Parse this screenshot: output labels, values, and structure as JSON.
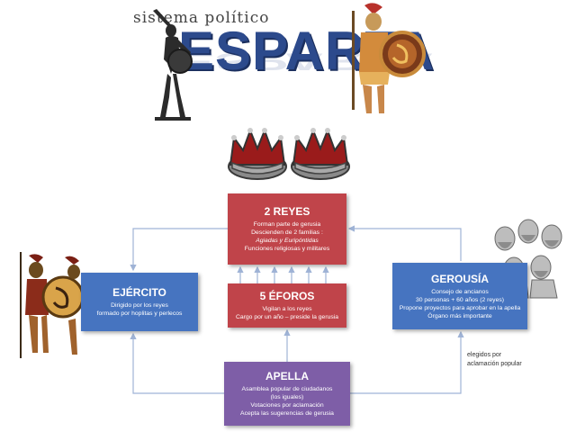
{
  "title": {
    "sub": "sistema político",
    "main": "ESPARTA"
  },
  "reyes": {
    "title": "2 REYES",
    "lines": [
      "Forman  parte de gerusia",
      "Descienden de 2 familias :",
      "Agiadas y Euripóntidas",
      "Funciones religiosas y militares"
    ]
  },
  "eforos": {
    "title": "5 ÉFOROS",
    "lines": [
      "Vigilan a los reyes",
      "Cargo por un año – preside la gerusia"
    ]
  },
  "ejercito": {
    "title": "EJÉRCITO",
    "lines": [
      "Dirigido por los reyes",
      "formado por hoplitas y perlecos"
    ]
  },
  "gerousia": {
    "title": "GEROUSÍA",
    "lines": [
      "Consejo de ancianos",
      "30 personas + 60 años (2 reyes)",
      "Propone  proyectos para aprobar en la apella",
      "Órgano más importante"
    ]
  },
  "apella": {
    "title": "APELLA",
    "lines": [
      "Asamblea popular de ciudadanos",
      "(los iguales)",
      "Votaciones por aclamación",
      "Acepta las sugerencias de gerusia"
    ]
  },
  "note": {
    "line1": "elegidos por",
    "line2": "aclamación popular"
  },
  "colors": {
    "red_box": "#c0444a",
    "blue_box": "#4674c0",
    "purple_box": "#7e5ea7",
    "title": "#2c4a8c",
    "line": "#9fb3d6"
  },
  "icons": [
    "spartan-warrior-statue-icon",
    "spartan-hoplite-shield-icon",
    "crown-icon",
    "crown-icon",
    "spartan-soldiers-icon",
    "elder-busts-icon"
  ]
}
